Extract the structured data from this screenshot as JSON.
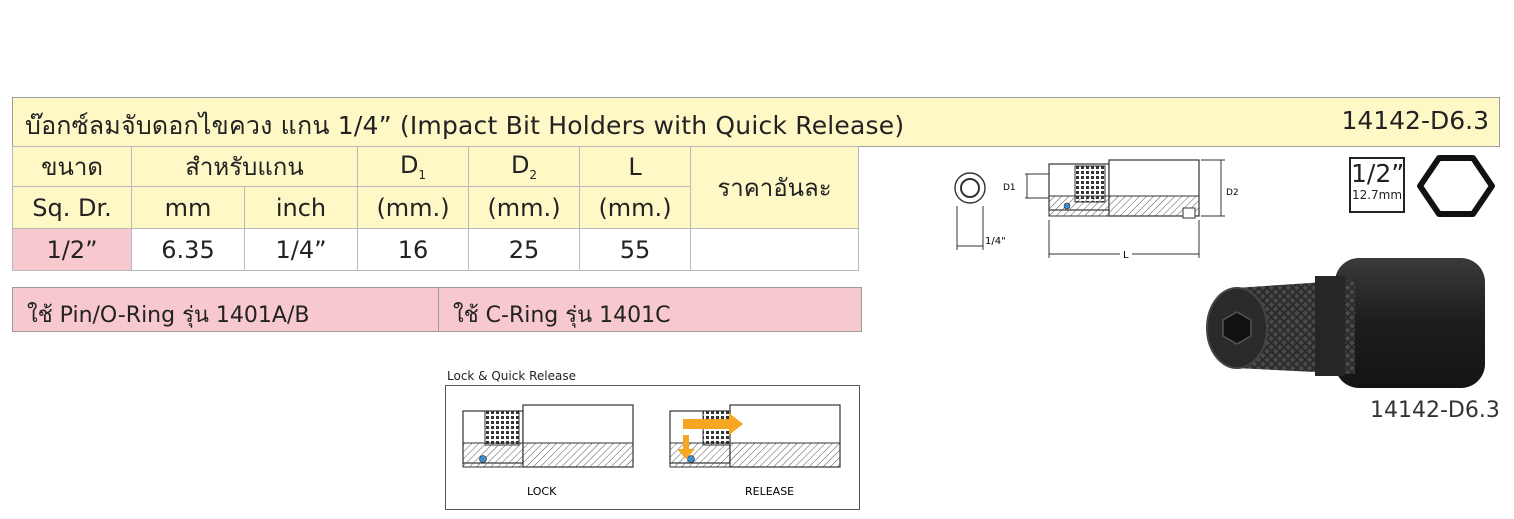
{
  "header": {
    "title": "บ๊อกซ์ลมจับดอกไขควง แกน 1/4” (Impact Bit Holders with Quick Release)",
    "code": "14142-D6.3"
  },
  "table": {
    "col_size_th": "ขนาด",
    "col_size_en": "Sq. Dr.",
    "col_shank": "สำหรับแกน",
    "col_mm": "mm",
    "col_inch": "inch",
    "col_d1": "D",
    "col_d1_sub": "1",
    "col_d2": "D",
    "col_d2_sub": "2",
    "col_l": "L",
    "unit_mm": "(mm.)",
    "col_price": "ราคาอันละ",
    "row": {
      "size": "1/2”",
      "mm": "6.35",
      "inch": "1/4”",
      "d1": "16",
      "d2": "25",
      "l": "55",
      "price": ""
    }
  },
  "rings": {
    "pin": "ใช้ Pin/O-Ring รุ่น 1401A/B",
    "cring": "ใช้ C-Ring รุ่น 1401C"
  },
  "drawing": {
    "d1": "D1",
    "d2": "D2",
    "l": "L",
    "hex": "1/4\""
  },
  "size_badge": {
    "main": "1/2”",
    "sub": "12.7mm"
  },
  "photo_caption": "14142-D6.3",
  "lock_release": {
    "title": "Lock & Quick Release",
    "lock": "LOCK",
    "release": "RELEASE"
  },
  "colors": {
    "header_bg": "#fdf8c6",
    "pink_bg": "#f8c8cf",
    "arrow": "#f5a623"
  }
}
